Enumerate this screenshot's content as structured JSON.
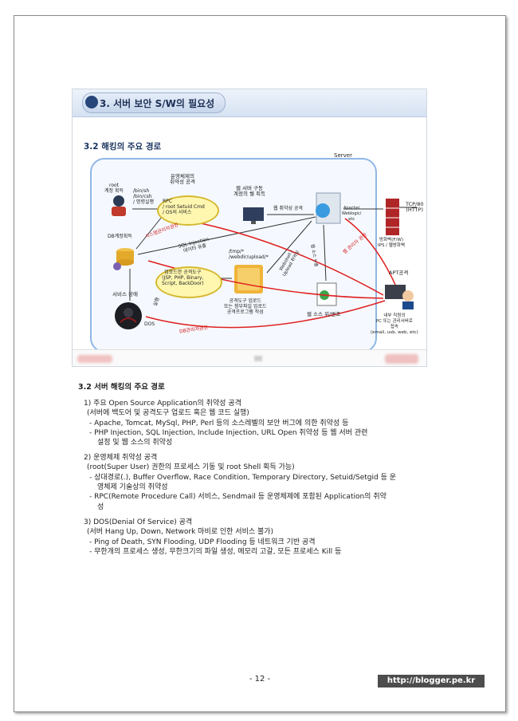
{
  "slide": {
    "title": "3. 서버 보안 S/W의 필요성",
    "subtitle": "3.2 해킹의 주요 경로",
    "server_label": "Server",
    "labels": {
      "root_gain": "root\n계정 획득",
      "shell_paths": "/bin/sh\n/bin/csh\n/ 명령실행",
      "os_vuln": "운영체제의\n취약성 공격",
      "rpc": "RPC\n/ root Setuid Cmd\n/ OS의 서비스",
      "web_shell": "웹 서버 구동\n계정의 쉘 획득",
      "web_vuln": "웹 취약성 공격",
      "apache": "Apache/\nWeblogic/\netc",
      "tcp": "TCP/80\n(HTTP)",
      "firewall": "방화벽(F/W)\nIPS / 웹방화벽",
      "db_gain": "DB계정획득",
      "sql_injection": "SQL Injection\n데이터 유출",
      "webshell_upload": "/tmp/*\n/webdir/upload/*",
      "webshell": "Webshell /\nUpload 취약성",
      "source_leak": "웹 소스 누출",
      "tools": "업로드한 공격도구\n(JSP, PHP, Binary,\nScript, BackDoor)",
      "tool_upload": "공격도구 업로드\n또는 첨부파일 업로드\n공격프로그램 작성",
      "web_tamper": "웹 소스 위/변조",
      "service_outage": "서비스 장애",
      "execute": "실행",
      "dos": "DOS",
      "admin_priv": "웹 관리자 권한",
      "admin_priv2": "DB관리자권한",
      "apt": "APT공격",
      "insider": "내부 직원의\nPC 또는 관리서버로\n접속\n(email, usb, web, etc)",
      "shell_priv": "시스템관리자권한"
    }
  },
  "doc": {
    "heading": "3.2 서버 해킹의 주요 경로",
    "lines": [
      "1) 주요 Open Source Application의 취약성 공격",
      "(서버에 백도어 및 공격도구 업로드 혹은 웹 코드 실행)",
      "- Apache, Tomcat, MySql, PHP, Perl 등의 소스레벨의 보안 버그에 의한 취약성 등",
      "- PHP Injection, SQL Injection, Include Injection, URL Open 취약성 등 웹 서버 관련",
      "설정 및  웹 소스의 취약성",
      "2) 운영체제 취약성 공격",
      "(root(Super User) 권한의 프로세스 기동 및 root Shell 획득 가능)",
      "- 상대경로(.), Buffer Overflow, Race Condition, Temporary Directory, Setuid/Setgid 등 운",
      "영체제 기술상의 취약성",
      "- RPC(Remote Procedure Call) 서비스, Sendmail 등 운영체제에 포함된 Application의 취약",
      "성",
      "3)  DOS(Denial Of Service) 공격",
      "(서버 Hang Up, Down, Network 마비로 인한 서비스 불가)",
      "- Ping of Death, SYN Flooding, UDP Flooding 등 네트워크 기반 공격",
      "- 무한개의 프로세스 생성, 무한크기의 파일 생성, 메모리 고갈, 모든 프로세스 Kill 등"
    ]
  },
  "page_number": "- 12 -",
  "watermark": "http://blogger.pe.kr"
}
